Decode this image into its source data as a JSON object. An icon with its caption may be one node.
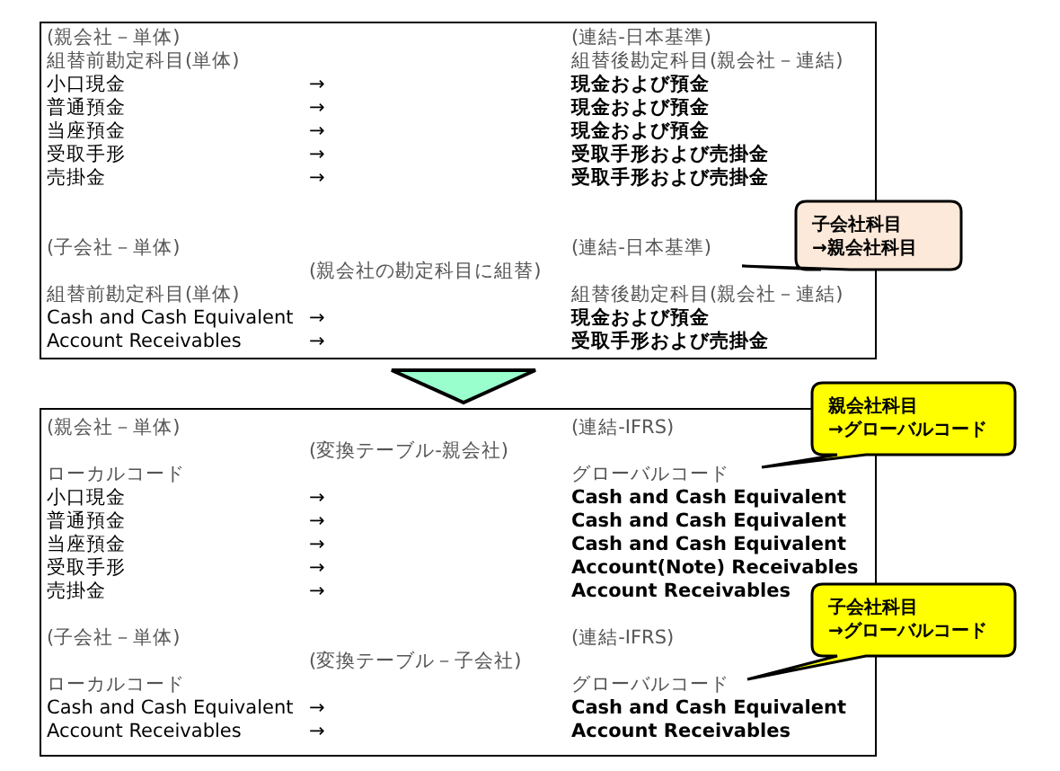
{
  "diagram": {
    "nodes": [
      {
        "text": [
          "(親会社－単体)",
          "(連結-日本基準)",
          "組替前勘定科目(単体)",
          "組替後勘定科目(親会社－連結)",
          "小口現金",
          "→",
          "現金および預金",
          "普通預金",
          "→",
          "現金および預金",
          "当座預金",
          "→",
          "現金および預金",
          "受取手形",
          "→",
          "受取手形および売掛金",
          "売掛金",
          "→",
          "受取手形および売掛金",
          "(子会社－単体)",
          "(連結-日本基準)",
          "(親会社の勘定科目に組替)",
          "組替前勘定科目(単体)",
          "組替後勘定科目(親会社－連結)",
          "Cash and Cash Equivalent",
          "→",
          "現金および預金",
          "Account Receivables",
          "→",
          "受取手形および売掛金"
        ]
      },
      {
        "text": [
          "(親会社－単体)",
          "(連結-IFRS)",
          "(変換テーブル-親会社)",
          "ローカルコード",
          "グローバルコード",
          "小口現金",
          "→",
          "Cash and Cash Equivalent",
          "普通預金",
          "→",
          "Cash and Cash Equivalent",
          "当座預金",
          "→",
          "Cash and Cash Equivalent",
          "受取手形",
          "→",
          "Account(Note) Receivables",
          "売掛金",
          "→",
          "Account Receivables",
          "(子会社－単体)",
          "(連結-IFRS)",
          "(変換テーブル－子会社)",
          "ローカルコード",
          "グローバルコード",
          "Cash and Cash Equivalent",
          "→",
          "Cash and Cash Equivalent",
          "Account Receivables",
          "→",
          "Account Receivables"
        ]
      },
      {
        "text": [
          "子会社科目",
          "→親会社科目"
        ]
      },
      {
        "text": [
          "親会社科目",
          "→グローバルコード"
        ]
      },
      {
        "text": [
          "子会社科目",
          "→グローバルコード"
        ]
      }
    ],
    "edges": [
      {
        "from": 0,
        "to": 1,
        "arrow": "to"
      }
    ]
  }
}
